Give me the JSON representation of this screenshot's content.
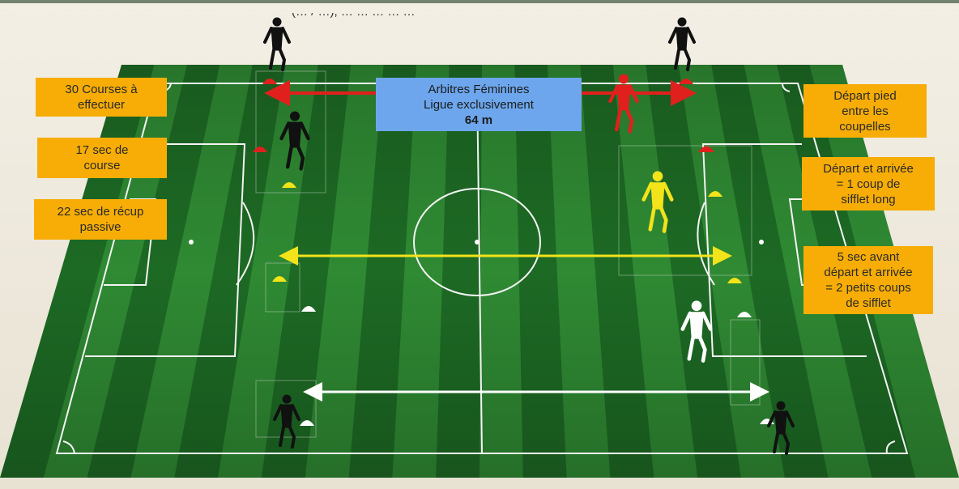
{
  "top_caption": "(… / …), … … … … …",
  "center_label": {
    "line1": "Arbitres Féminines",
    "line2": "Ligue exclusivement",
    "distance": "64 m"
  },
  "left_labels": [
    {
      "line1": "30 Courses à",
      "line2": "effectuer"
    },
    {
      "line1": "17 sec de",
      "line2": "course"
    },
    {
      "line1": "22 sec de récup",
      "line2": "passive"
    }
  ],
  "right_labels": [
    {
      "line1": "Départ pied",
      "line2": "entre les",
      "line3": "coupelles"
    },
    {
      "line1": "Départ et arrivée",
      "line2": "= 1 coup de",
      "line3": "sifflet long"
    },
    {
      "line1": "5 sec avant",
      "line2": "départ et arrivée",
      "line3": "= 2 petits coups",
      "line4": "de sifflet"
    }
  ],
  "colors": {
    "pitch_dark": "#1d6a24",
    "pitch_light": "#2f8a33",
    "label_orange": "#f7ad06",
    "label_blue": "#6da6ec",
    "arrow_red": "#e0201c",
    "arrow_yellow": "#f2e31a",
    "arrow_white": "#ffffff",
    "runner_black": "#111111"
  }
}
